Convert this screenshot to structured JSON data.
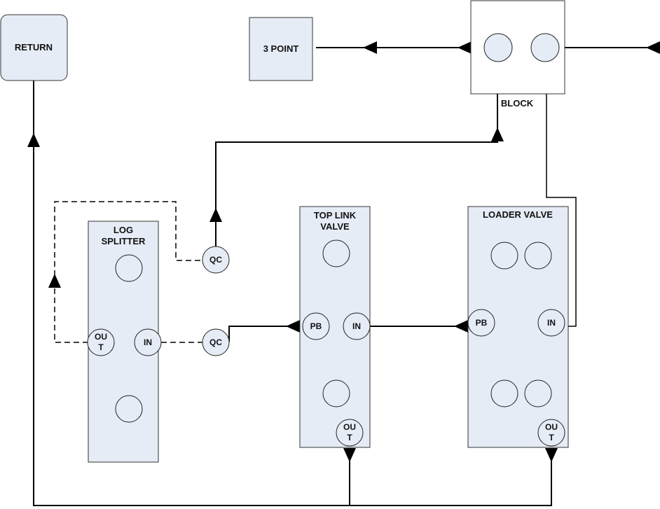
{
  "nodes": {
    "return": {
      "label": "RETURN"
    },
    "three_point": {
      "label": "3 POINT"
    },
    "block": {
      "label": "BLOCK"
    },
    "log_splitter": {
      "label_line1": "LOG",
      "label_line2": "SPLITTER",
      "out_line1": "OU",
      "out_line2": "T",
      "in": "IN"
    },
    "top_link_valve": {
      "label_line1": "TOP LINK",
      "label_line2": "VALVE",
      "pb": "PB",
      "in": "IN",
      "out_line1": "OU",
      "out_line2": "T"
    },
    "loader_valve": {
      "label": "LOADER VALVE",
      "pb": "PB",
      "in": "IN",
      "out_line1": "OU",
      "out_line2": "T"
    },
    "qc_upper": {
      "label": "QC"
    },
    "qc_lower": {
      "label": "QC"
    }
  },
  "colors": {
    "fill": "#e6ecf6",
    "line": "#000000"
  }
}
